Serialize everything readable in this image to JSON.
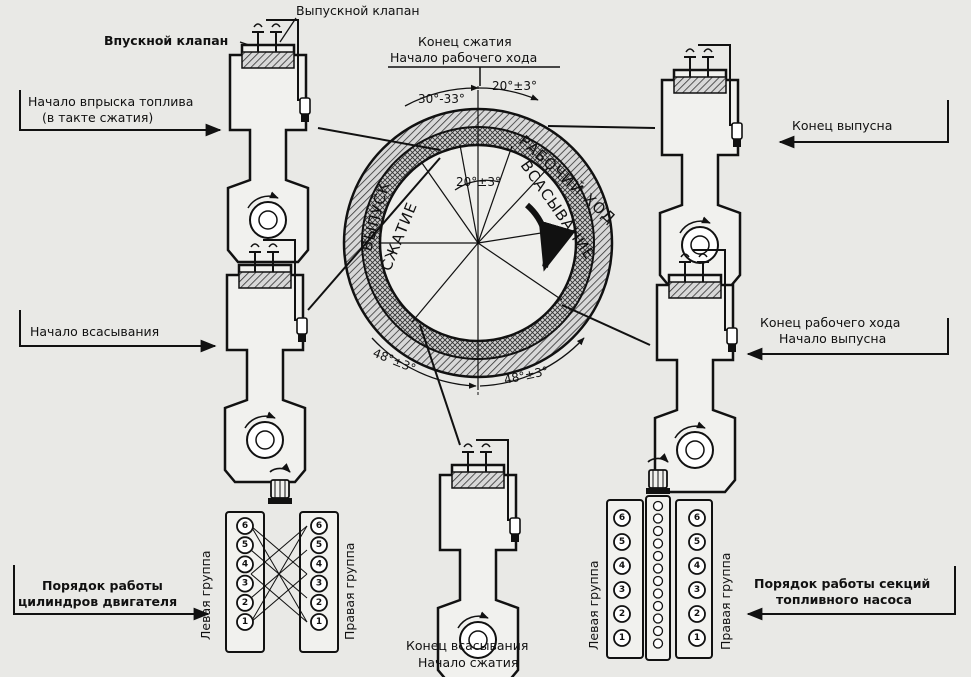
{
  "labels": {
    "exhaust_valve": "Выпускной клапан",
    "intake_valve": "Впускной клапан",
    "compression_end": "Конец сжатия",
    "power_start": "Начало рабочего хода",
    "injection_start_1": "Начало впрыска топлива",
    "injection_start_2": "(в такте сжатия)",
    "exhaust_end": "Конец выпусна",
    "intake_start": "Начало всасывания",
    "power_end_1": "Конец рабочего хода",
    "power_end_2": "Начало выпусна",
    "firing_order_1": "Порядок работы",
    "firing_order_2": "цилиндров двигателя",
    "pump_order_1": "Порядок работы секций",
    "pump_order_2": "топливного насоса",
    "intake_end_1": "Конец всасывания",
    "intake_end_2": "Начало сжатия",
    "left_group": "Левая группа",
    "right_group": "Правая группа"
  },
  "angles": {
    "a_30_33": "30°-33°",
    "a_20_top": "20°±3°",
    "a_20_inner": "20°±3°",
    "a_48_left": "48°±3°",
    "a_48_right": "48°±3°"
  },
  "ring": {
    "outer_1": "ВЫПУСК",
    "outer_2": "РАБОЧИЙ ХОД",
    "inner_1": "СЖАТИЕ",
    "inner_2": "ВСАСЫВАНИЕ"
  },
  "cylinder_numbers": [
    "6",
    "5",
    "4",
    "3",
    "2",
    "1"
  ]
}
